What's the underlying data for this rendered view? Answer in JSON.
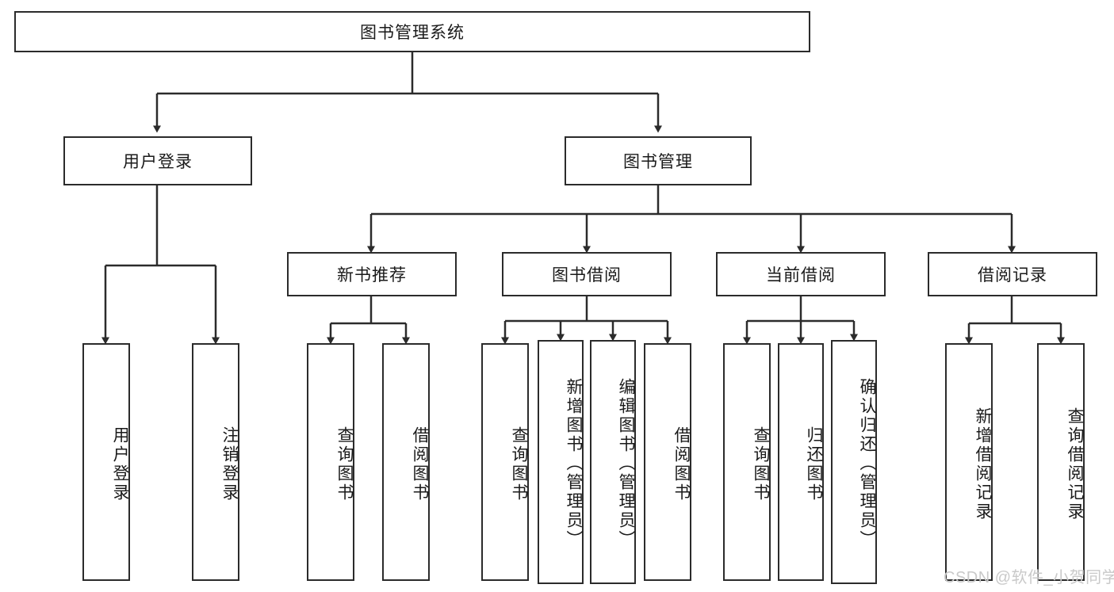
{
  "diagram": {
    "title_node": {
      "label": "图书管理系统"
    },
    "level2": [
      {
        "id": "user-login",
        "label": "用户登录"
      },
      {
        "id": "book-management",
        "label": "图书管理"
      }
    ],
    "level3": [
      {
        "id": "new-book-recommend",
        "label": "新书推荐"
      },
      {
        "id": "book-borrow",
        "label": "图书借阅"
      },
      {
        "id": "current-borrow",
        "label": "当前借阅"
      },
      {
        "id": "borrow-record",
        "label": "借阅记录"
      }
    ],
    "leaves": {
      "user_login": [
        {
          "id": "leaf-user-login",
          "label": "用户登录"
        },
        {
          "id": "leaf-logout-login",
          "label": "注销登录"
        }
      ],
      "new_book_recommend": [
        {
          "id": "leaf-query-book-1",
          "label": "查询图书"
        },
        {
          "id": "leaf-borrow-book-1",
          "label": "借阅图书"
        }
      ],
      "book_borrow": [
        {
          "id": "leaf-query-book-2",
          "label": "查询图书"
        },
        {
          "id": "leaf-add-book",
          "label": "新增图书（管理员）"
        },
        {
          "id": "leaf-edit-book",
          "label": "编辑图书（管理员）"
        },
        {
          "id": "leaf-borrow-book-2",
          "label": "借阅图书"
        }
      ],
      "current_borrow": [
        {
          "id": "leaf-query-book-3",
          "label": "查询图书"
        },
        {
          "id": "leaf-return-book",
          "label": "归还图书"
        },
        {
          "id": "leaf-confirm-return",
          "label": "确认归还（管理员）"
        }
      ],
      "borrow_record": [
        {
          "id": "leaf-add-borrow-record",
          "label": "新增借阅记录"
        },
        {
          "id": "leaf-query-borrow-record",
          "label": "查询借阅记录"
        }
      ]
    }
  },
  "watermark": {
    "text": "CSDN @软件_小贺同学"
  },
  "colors": {
    "stroke": "#2b2b2b",
    "background": "#ffffff",
    "text": "#1a1a1a",
    "watermark": "#c9c9c9"
  }
}
